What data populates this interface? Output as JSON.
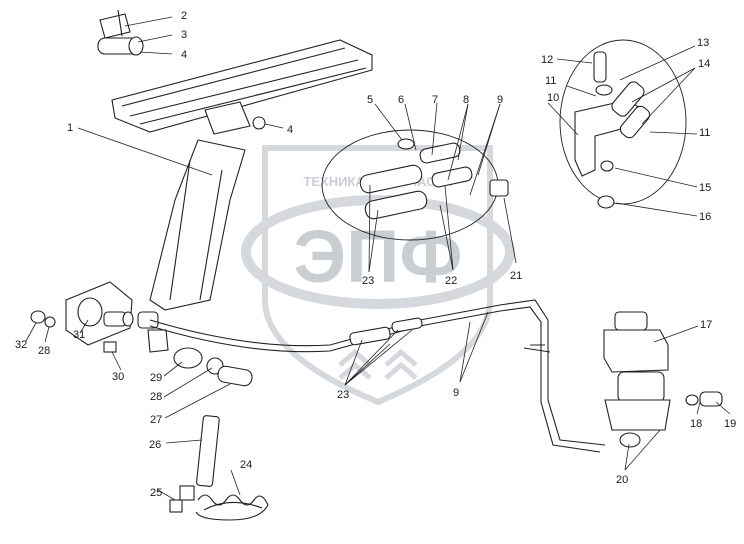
{
  "watermark": {
    "text": "ТЕХНИКА И ЗАПЧАСТИ",
    "logo": "ЭПФ"
  },
  "callouts": [
    {
      "id": "c1",
      "text": "1"
    },
    {
      "id": "c2",
      "text": "2"
    },
    {
      "id": "c3",
      "text": "3"
    },
    {
      "id": "c4a",
      "text": "4"
    },
    {
      "id": "c4b",
      "text": "4"
    },
    {
      "id": "c5",
      "text": "5"
    },
    {
      "id": "c6",
      "text": "6"
    },
    {
      "id": "c7",
      "text": "7"
    },
    {
      "id": "c8",
      "text": "8"
    },
    {
      "id": "c9a",
      "text": "9"
    },
    {
      "id": "c9b",
      "text": "9"
    },
    {
      "id": "c10",
      "text": "10"
    },
    {
      "id": "c11a",
      "text": "11"
    },
    {
      "id": "c11b",
      "text": "11"
    },
    {
      "id": "c12",
      "text": "12"
    },
    {
      "id": "c13",
      "text": "13"
    },
    {
      "id": "c14",
      "text": "14"
    },
    {
      "id": "c15",
      "text": "15"
    },
    {
      "id": "c16",
      "text": "16"
    },
    {
      "id": "c17",
      "text": "17"
    },
    {
      "id": "c18",
      "text": "18"
    },
    {
      "id": "c19",
      "text": "19"
    },
    {
      "id": "c20",
      "text": "20"
    },
    {
      "id": "c21",
      "text": "21"
    },
    {
      "id": "c22",
      "text": "22"
    },
    {
      "id": "c23a",
      "text": "23"
    },
    {
      "id": "c23b",
      "text": "23"
    },
    {
      "id": "c24",
      "text": "24"
    },
    {
      "id": "c25",
      "text": "25"
    },
    {
      "id": "c26",
      "text": "26"
    },
    {
      "id": "c27",
      "text": "27"
    },
    {
      "id": "c28a",
      "text": "28"
    },
    {
      "id": "c28b",
      "text": "28"
    },
    {
      "id": "c29",
      "text": "29"
    },
    {
      "id": "c30",
      "text": "30"
    },
    {
      "id": "c31",
      "text": "31"
    },
    {
      "id": "c32",
      "text": "32"
    }
  ]
}
